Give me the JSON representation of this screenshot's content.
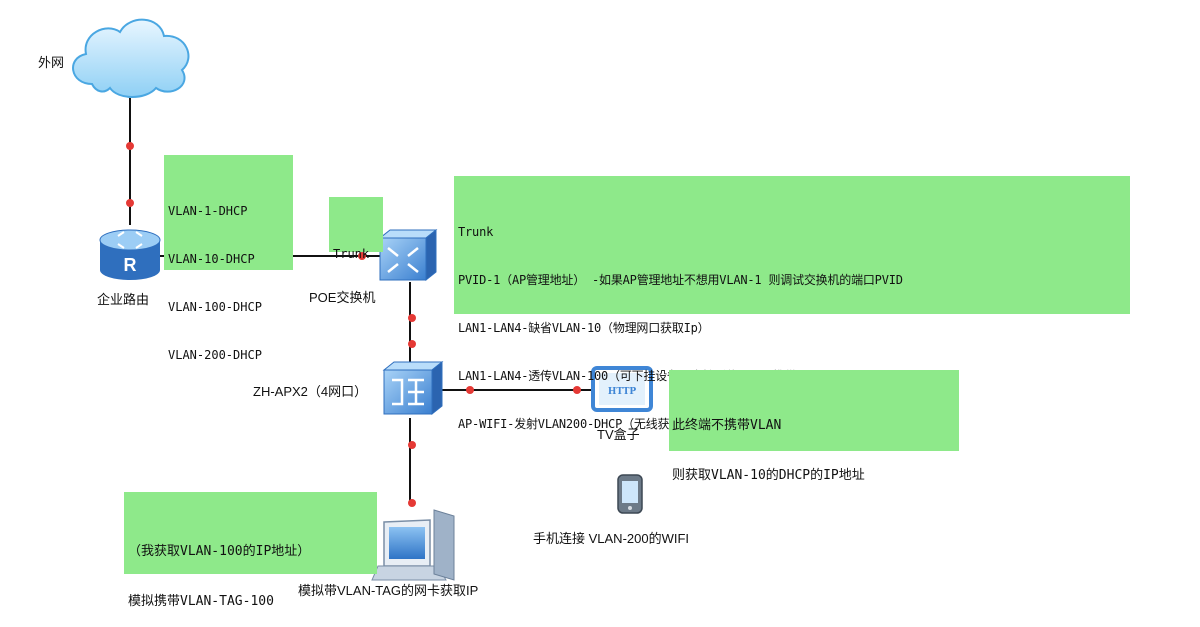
{
  "labels": {
    "internet": "外网",
    "router": "企业路由",
    "poe_switch": "POE交换机",
    "ap": "ZH-APX2（4网口）",
    "tv_box": "TV盒子",
    "phone": "手机连接 VLAN-200的WIFI",
    "pc": "模拟带VLAN-TAG的网卡获取IP",
    "http_badge": "HTTP"
  },
  "notes": {
    "router_vlans": [
      "VLAN-1-DHCP",
      "VLAN-10-DHCP",
      "VLAN-100-DHCP",
      "VLAN-200-DHCP"
    ],
    "trunk_small": "Trunk",
    "trunk_config": [
      "Trunk",
      "PVID-1（AP管理地址） -如果AP管理地址不想用VLAN-1 则调试交换机的端口PVID",
      "LAN1-LAN4-缺省VLAN-10（物理网口获取Ip）",
      "LAN1-LAN4-透传VLAN-100（可下挂设备，支持透传VLAN-携带TAG-100）",
      "AP-WIFI-发射VLAN200-DHCP（无线获取IP上网）"
    ],
    "tv_note": [
      "此终端不携带VLAN",
      "则获取VLAN-10的DHCP的IP地址"
    ],
    "pc_note": [
      "（我获取VLAN-100的IP地址）",
      "模拟携带VLAN-TAG-100"
    ]
  },
  "colors": {
    "note_bg": "#8ee98a",
    "link": "#111111",
    "link_dot": "#e53935",
    "device_blue": "#4a8fd8"
  }
}
